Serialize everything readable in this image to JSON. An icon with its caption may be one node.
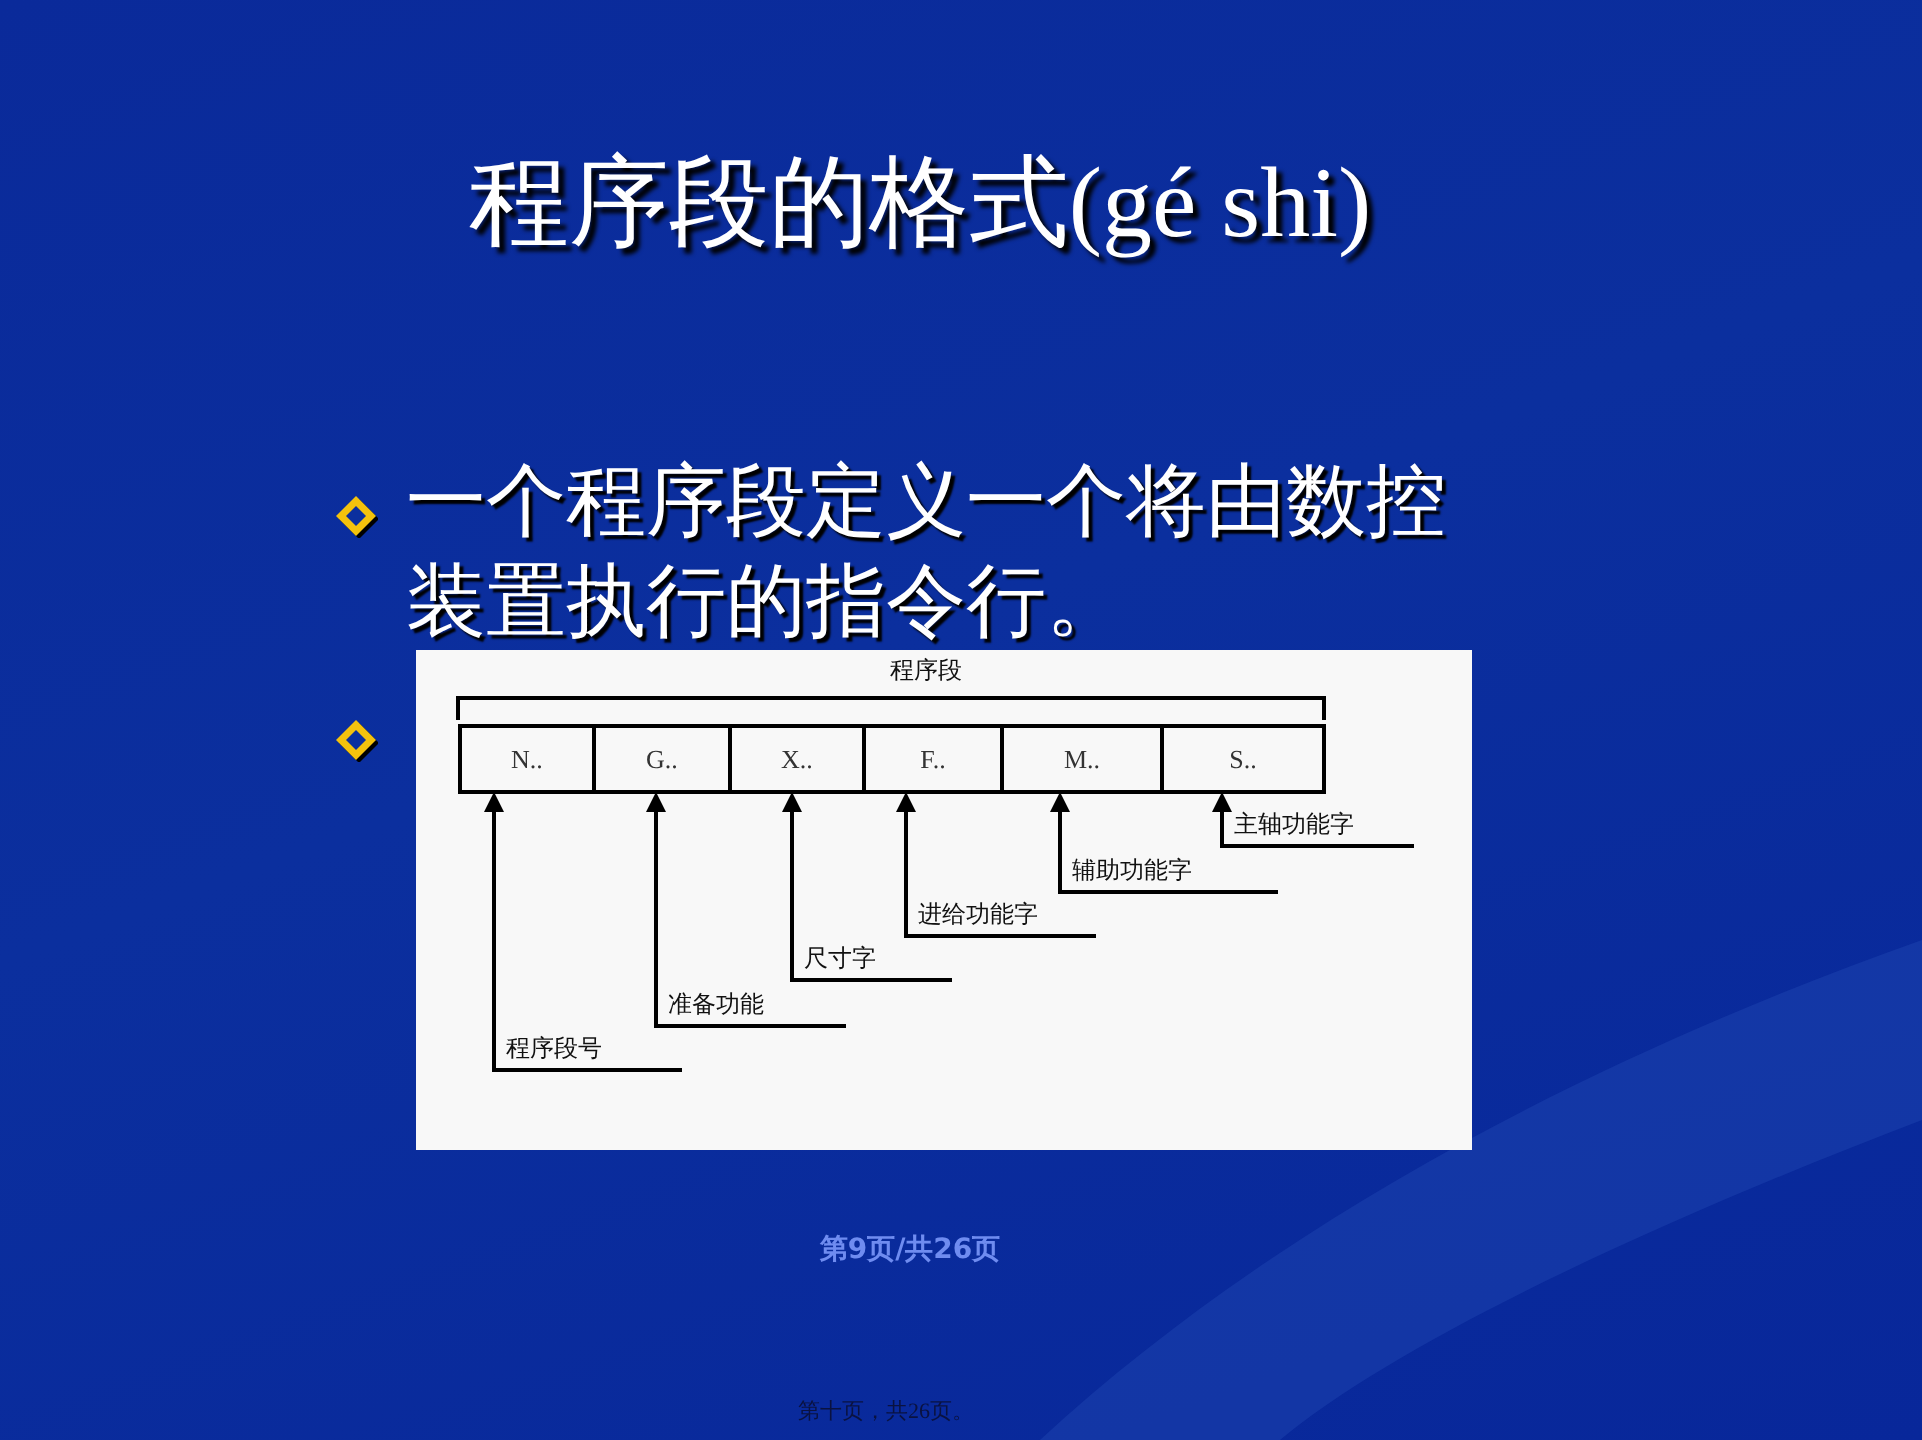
{
  "diagram": {
    "title": "程序段的格式(gé shi)",
    "nodes": [
      {
        "text": [
          "N.."
        ]
      },
      {
        "text": [
          "G.."
        ]
      },
      {
        "text": [
          "X.."
        ]
      },
      {
        "text": [
          "F.."
        ]
      },
      {
        "text": [
          "M.."
        ]
      },
      {
        "text": [
          "S.."
        ]
      },
      {
        "text": [
          "程序段号"
        ]
      },
      {
        "text": [
          "准备功能"
        ]
      },
      {
        "text": [
          "尺寸字"
        ]
      },
      {
        "text": [
          "进给功能字"
        ]
      },
      {
        "text": [
          "辅助功能字"
        ]
      },
      {
        "text": [
          "主轴功能字"
        ]
      }
    ],
    "edges": [
      {
        "from": 6,
        "to": 0,
        "arrow": "to"
      },
      {
        "from": 7,
        "to": 1,
        "arrow": "to"
      },
      {
        "from": 8,
        "to": 2,
        "arrow": "to"
      },
      {
        "from": 9,
        "to": 3,
        "arrow": "to"
      },
      {
        "from": 10,
        "to": 4,
        "arrow": "to"
      },
      {
        "from": 11,
        "to": 5,
        "arrow": "to"
      }
    ],
    "labels": [
      "一个程序段定义一个将由数控装置执行的指令行。",
      "程序段",
      "第9页/共26页",
      "第十页，共26页。"
    ]
  }
}
